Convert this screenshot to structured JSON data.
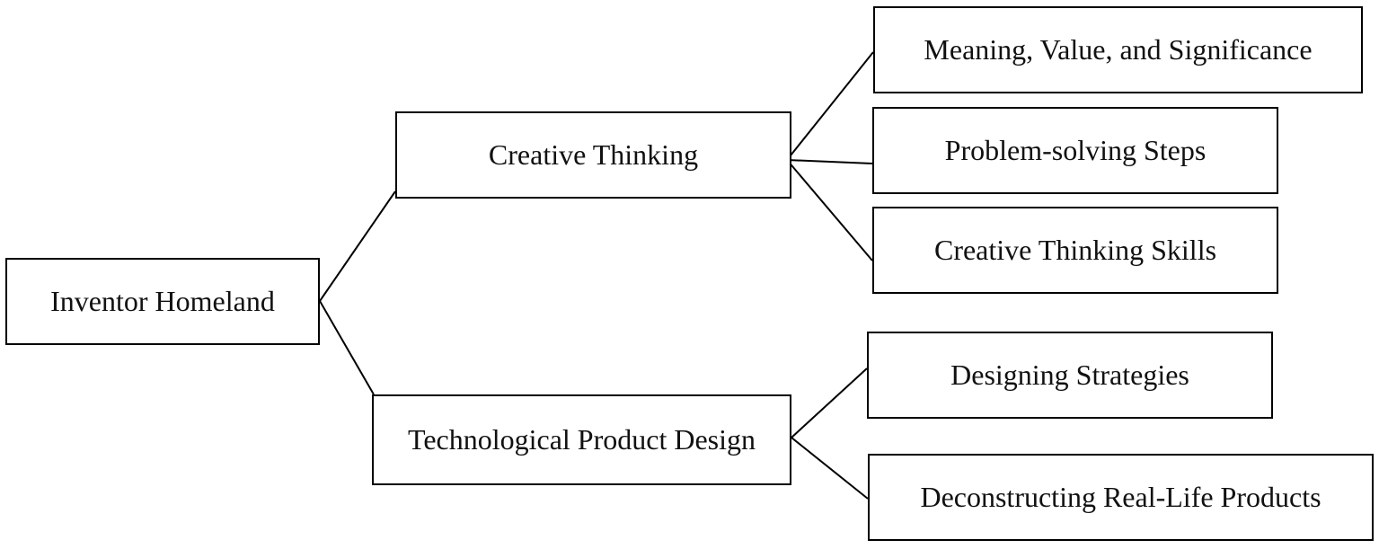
{
  "root": {
    "label": "Inventor Homeland"
  },
  "branches": [
    {
      "label": "Creative Thinking",
      "children": [
        "Meaning, Value, and Significance",
        "Problem-solving Steps",
        "Creative Thinking Skills"
      ]
    },
    {
      "label": "Technological Product Design",
      "children": [
        "Designing Strategies",
        "Deconstructing Real-Life Products"
      ]
    }
  ]
}
